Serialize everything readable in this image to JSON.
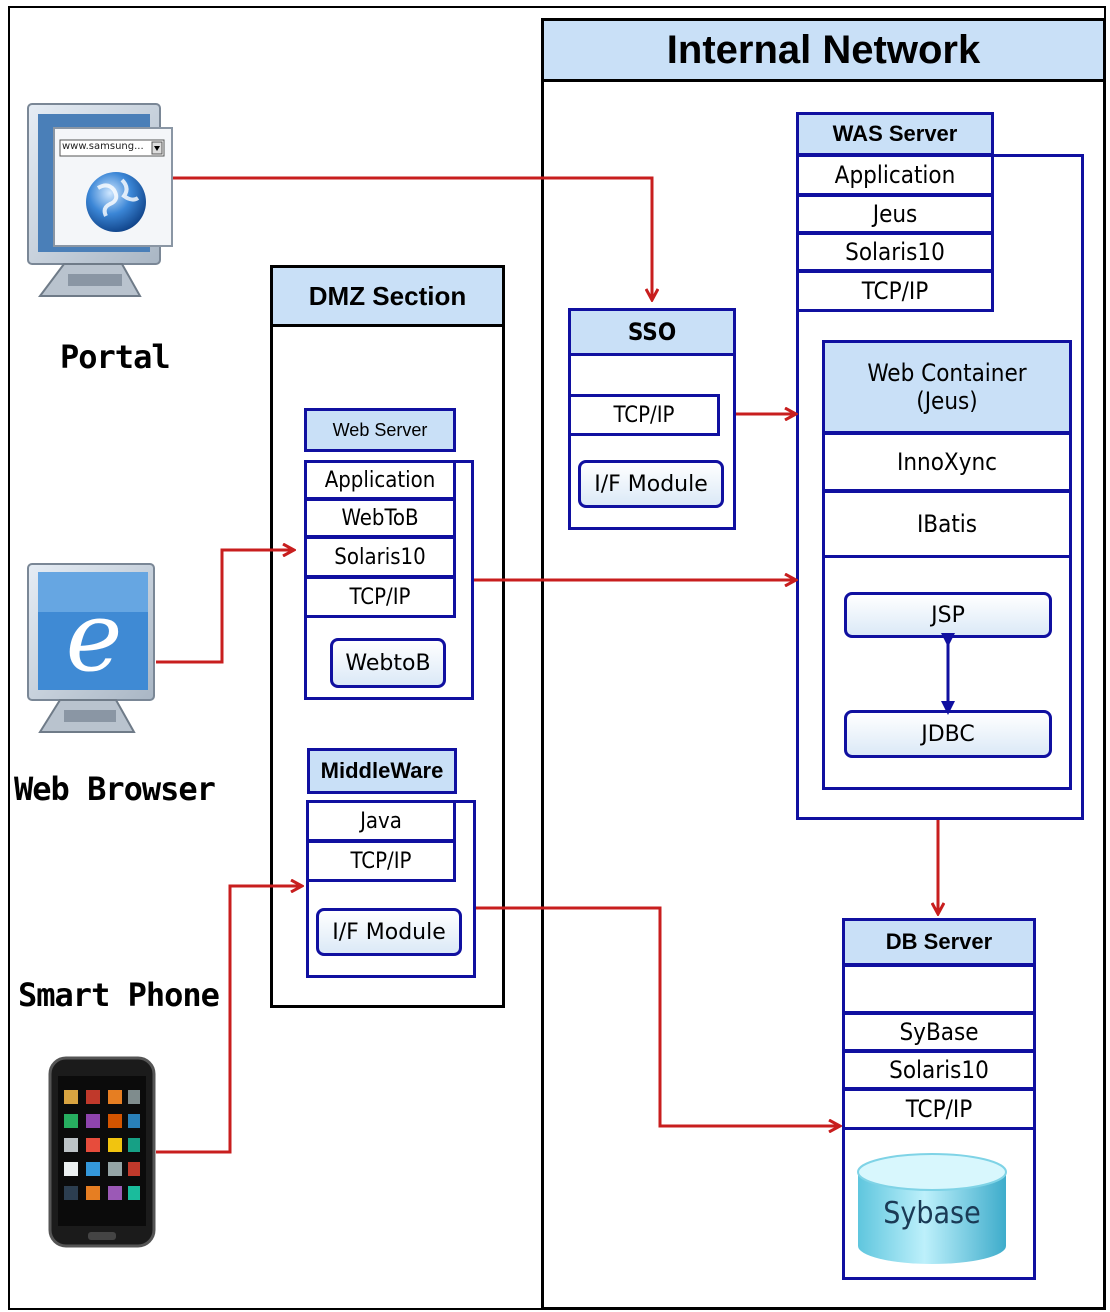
{
  "internal_network": {
    "title": "Internal Network"
  },
  "dmz": {
    "title": "DMZ Section",
    "web_server": {
      "title": "Web Server",
      "stack": [
        "Application",
        "WebToB",
        "Solaris10",
        "TCP/IP"
      ],
      "module": "WebtoB"
    },
    "middleware": {
      "title": "MiddleWare",
      "stack": [
        "Java",
        "TCP/IP"
      ],
      "module": "I/F Module"
    }
  },
  "sso": {
    "title": "SSO",
    "stack": [
      "TCP/IP"
    ],
    "module": "I/F Module"
  },
  "was": {
    "title": "WAS Server",
    "stack": [
      "Application",
      "Jeus",
      "Solaris10",
      "TCP/IP"
    ],
    "web_container": {
      "title_line1": "Web Container",
      "title_line2": "(Jeus)",
      "rows": [
        "InnoXync",
        "IBatis"
      ],
      "jsp": "JSP",
      "jdbc": "JDBC"
    }
  },
  "db": {
    "title": "DB Server",
    "stack": [
      "SyBase",
      "Solaris10",
      "TCP/IP"
    ],
    "cylinder_label": "Sybase"
  },
  "clients": {
    "portal": "Portal",
    "web_browser": "Web Browser",
    "smart_phone": "Smart Phone",
    "url_text": "www.samsung..."
  },
  "colors": {
    "line": "#c81e1e",
    "border": "#1010a0",
    "header_fill": "#c9e0f7",
    "arrow_blue": "#1010a0"
  }
}
